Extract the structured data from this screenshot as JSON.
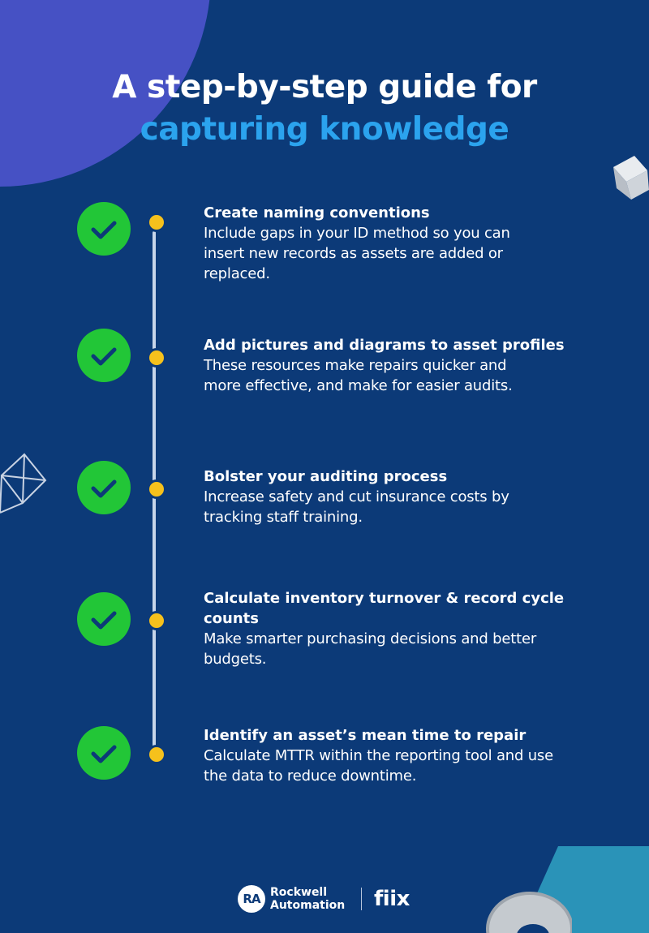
{
  "title": {
    "line1": "A step-by-step guide for",
    "line2": "capturing knowledge"
  },
  "colors": {
    "background": "#0c3a78",
    "accent_blue": "#2ba3ee",
    "check_green": "#22c637",
    "dot_yellow": "#f6c11c",
    "deco_purple": "#4651c4"
  },
  "steps": [
    {
      "title": "Create naming conventions",
      "lines": [
        "Include gaps in your ID method so you can",
        "insert new records as assets are added or",
        "replaced."
      ]
    },
    {
      "title": "Add pictures and diagrams to asset profiles",
      "lines": [
        "These resources make repairs quicker and",
        "more effective, and make for easier audits."
      ]
    },
    {
      "title": "Bolster your auditing process",
      "lines": [
        "Increase safety and cut insurance costs by",
        "tracking staff training."
      ]
    },
    {
      "title_lines": [
        "Calculate inventory turnover & record cycle",
        "counts"
      ],
      "lines": [
        "Make smarter purchasing decisions and better",
        "budgets."
      ]
    },
    {
      "title": "Identify an asset’s mean time to repair",
      "lines": [
        "Calculate MTTR within the reporting tool and use",
        "the data to reduce downtime."
      ]
    }
  ],
  "icons": {
    "check": "check-circle-icon",
    "timeline_dot": "dot-icon"
  },
  "footer": {
    "ra_logo": "RA",
    "ra_name_line1": "Rockwell",
    "ra_name_line2": "Automation",
    "fiix_logo": "fiix"
  }
}
